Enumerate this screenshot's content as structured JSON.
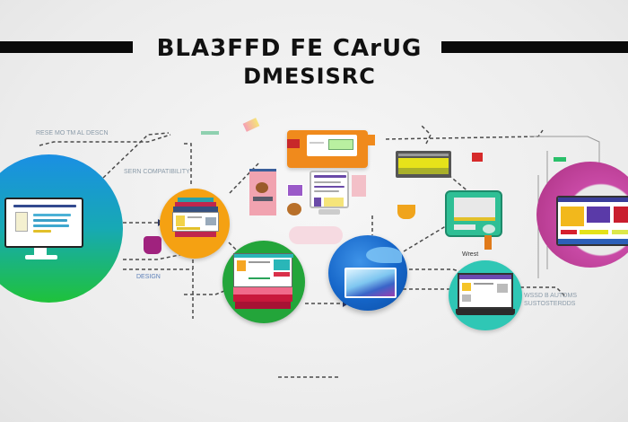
{
  "title": {
    "line1": "BLA3FFD FE CArUG",
    "line2": "DMESISRC"
  },
  "nodes": [
    {
      "id": "node-desktop",
      "shape": "circle",
      "color_top": "#1a8fe3",
      "color_bottom": "#1fc23a",
      "icon": "monitor-icon"
    },
    {
      "id": "node-stack",
      "shape": "circle",
      "color": "#f5a112",
      "icon": "layered-window-icon"
    },
    {
      "id": "node-browser-red",
      "shape": "circle",
      "color": "#23a53a",
      "icon": "browser-window-icon"
    },
    {
      "id": "node-blue-card",
      "shape": "circle",
      "color": "#1565c8",
      "icon": "card-window-icon"
    },
    {
      "id": "node-teal-laptop",
      "shape": "circle",
      "color": "#2fc7b5",
      "icon": "laptop-icon"
    },
    {
      "id": "node-purple-display",
      "shape": "circle",
      "color": "#b23a97",
      "icon": "wide-display-icon"
    }
  ],
  "center_cluster": {
    "orange_window": {
      "color": "#f08a1c",
      "inner": "#b9f0a0"
    },
    "pink_card": {
      "color": "#f1a3b0"
    },
    "monitor": {
      "color": "#ffffff",
      "accent": "#6a4aa8"
    },
    "yellow_monitor": {
      "color": "#e6e21a"
    },
    "teal_machine": {
      "color": "#2fbf95"
    }
  },
  "annotations": {
    "top_left": "RESE MO TM AL DESCN",
    "left_mid": "SERN COMPATIBILITY",
    "bottom_left": "DESIGN",
    "bottom_right_line1": "WSSD B AUTOMS",
    "bottom_right_line2": "SUSTOSTERDDS",
    "teal_caption": "Wrest"
  },
  "colors": {
    "background": "#ececec",
    "title": "#111111",
    "connector": "#4a4a4a"
  }
}
